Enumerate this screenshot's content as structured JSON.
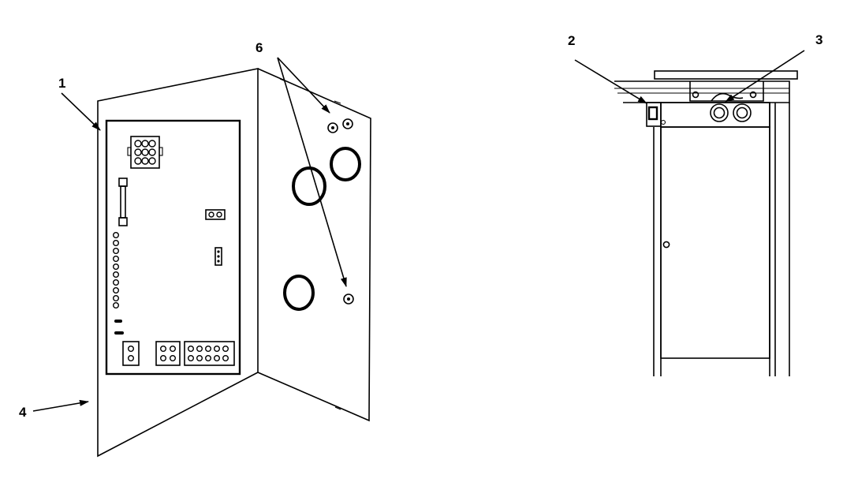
{
  "callouts": {
    "c1": "1",
    "c2": "2",
    "c3": "3",
    "c4": "4",
    "c6": "6"
  }
}
